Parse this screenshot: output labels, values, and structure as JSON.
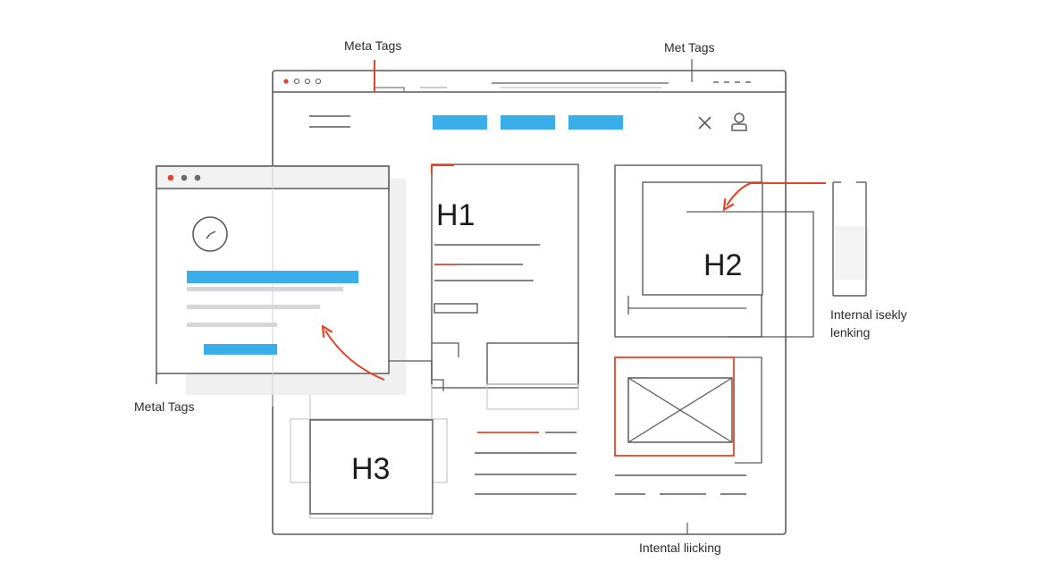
{
  "labels": {
    "meta_tags_top_left": "Meta Tags",
    "meta_tags_top_right": "Met Tags",
    "meta_tags_left": "Metal Tags",
    "internal_linking_right_line1": "Internal isekly",
    "internal_linking_right_line2": "lenking",
    "internal_linking_bottom": "Intental liicking"
  },
  "headings": {
    "h1": "H1",
    "h2": "H2",
    "h3": "H3"
  },
  "colors": {
    "accent_blue": "#3aaee8",
    "accent_red": "#e0452a",
    "line_gray": "#5a5a5a",
    "light_gray": "#d4d6da"
  },
  "icons": {
    "menu": "hamburger-icon",
    "close": "close-icon",
    "user": "user-icon",
    "clock": "clock-icon",
    "image_placeholder": "image-placeholder-icon"
  }
}
